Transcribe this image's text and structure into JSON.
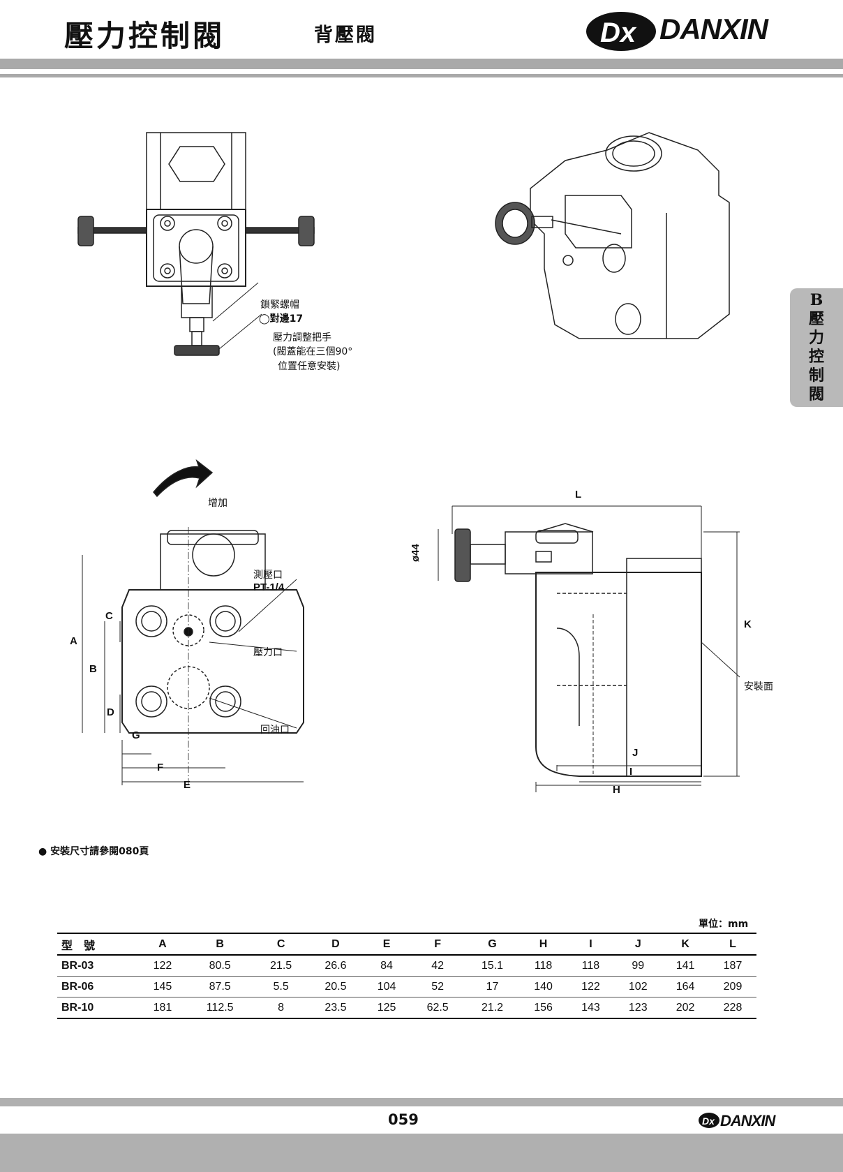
{
  "header": {
    "title": "壓力控制閥",
    "subtitle": "背壓閥",
    "brand": "DANXIN",
    "logo_letters": "Dx"
  },
  "side_tab": {
    "lines": [
      "B",
      "壓",
      "力",
      "控",
      "制",
      "閥"
    ]
  },
  "drawing_top": {
    "locknut_label": "鎖緊螺帽",
    "locknut_size": "◯對邊17",
    "handle_label": "壓力調整把手",
    "handle_note_1": "(閥蓋能在三個90°",
    "handle_note_2": "位置任意安裝)"
  },
  "drawing_front": {
    "increase_label": "增加",
    "gauge_port_label": "測壓口",
    "gauge_port_thread": "PT-1/4",
    "pressure_port_label": "壓力口",
    "return_port_label": "回油口",
    "dims": [
      "A",
      "B",
      "C",
      "D",
      "E",
      "F",
      "G"
    ]
  },
  "drawing_side": {
    "dia_label": "ø44",
    "mounting_face_label": "安裝面",
    "dims": [
      "L",
      "K",
      "J",
      "I",
      "H"
    ]
  },
  "note": "● 安裝尺寸請參閱080頁",
  "unit": "單位：mm",
  "table": {
    "headers": [
      "型　號",
      "A",
      "B",
      "C",
      "D",
      "E",
      "F",
      "G",
      "H",
      "I",
      "J",
      "K",
      "L"
    ],
    "rows": [
      [
        "BR-03",
        "122",
        "80.5",
        "21.5",
        "26.6",
        "84",
        "42",
        "15.1",
        "118",
        "118",
        "99",
        "141",
        "187"
      ],
      [
        "BR-06",
        "145",
        "87.5",
        "5.5",
        "20.5",
        "104",
        "52",
        "17",
        "140",
        "122",
        "102",
        "164",
        "209"
      ],
      [
        "BR-10",
        "181",
        "112.5",
        "8",
        "23.5",
        "125",
        "62.5",
        "21.2",
        "156",
        "143",
        "123",
        "202",
        "228"
      ]
    ]
  },
  "footer": {
    "page_number": "059",
    "brand": "DANXIN"
  }
}
